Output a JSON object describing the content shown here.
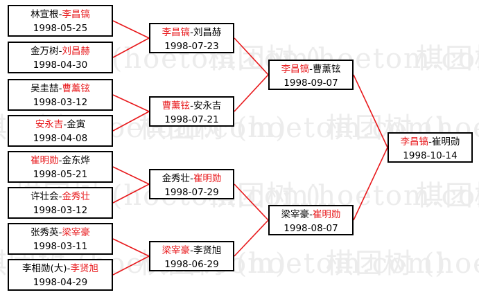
{
  "watermark": "棋团树 (hoetom.com)",
  "colors": {
    "winner": "#e8191c",
    "line": "#e8191c",
    "text": "#000000"
  },
  "rounds": [
    {
      "round": 1,
      "matches": [
        {
          "id": "r1m1",
          "player1": "林宣根",
          "player2": "李昌镐",
          "winner": 2,
          "date": "1998-05-25"
        },
        {
          "id": "r1m2",
          "player1": "金万树",
          "player2": "刘昌赫",
          "winner": 2,
          "date": "1998-04-30"
        },
        {
          "id": "r1m3",
          "player1": "吴圭喆",
          "player2": "曹薰铉",
          "winner": 2,
          "date": "1998-03-12"
        },
        {
          "id": "r1m4",
          "player1": "安永吉",
          "player2": "金寅",
          "winner": 1,
          "date": "1998-04-08"
        },
        {
          "id": "r1m5",
          "player1": "崔明勋",
          "player2": "金东烨",
          "winner": 1,
          "date": "1998-05-21"
        },
        {
          "id": "r1m6",
          "player1": "许壮会",
          "player2": "金秀壮",
          "winner": 2,
          "date": "1998-03-12"
        },
        {
          "id": "r1m7",
          "player1": "张秀英",
          "player2": "梁宰豪",
          "winner": 2,
          "date": "1998-03-11"
        },
        {
          "id": "r1m8",
          "player1": "李相勋(大)",
          "player2": "李贤旭",
          "winner": 2,
          "date": "1998-04-29"
        }
      ]
    },
    {
      "round": 2,
      "matches": [
        {
          "id": "r2m1",
          "player1": "李昌镐",
          "player2": "刘昌赫",
          "winner": 1,
          "date": "1998-07-23"
        },
        {
          "id": "r2m2",
          "player1": "曹薰铉",
          "player2": "安永吉",
          "winner": 1,
          "date": "1998-07-21"
        },
        {
          "id": "r2m3",
          "player1": "金秀壮",
          "player2": "崔明勋",
          "winner": 2,
          "date": "1998-07-29"
        },
        {
          "id": "r2m4",
          "player1": "梁宰豪",
          "player2": "李贤旭",
          "winner": 1,
          "date": "1998-06-29"
        }
      ]
    },
    {
      "round": 3,
      "matches": [
        {
          "id": "r3m1",
          "player1": "李昌镐",
          "player2": "曹薰铉",
          "winner": 1,
          "date": "1998-09-07"
        },
        {
          "id": "r3m2",
          "player1": "梁宰豪",
          "player2": "崔明勋",
          "winner": 2,
          "date": "1998-08-07"
        }
      ]
    },
    {
      "round": 4,
      "matches": [
        {
          "id": "r4m1",
          "player1": "李昌镐",
          "player2": "崔明勋",
          "winner": 1,
          "date": "1998-10-14"
        }
      ]
    }
  ]
}
